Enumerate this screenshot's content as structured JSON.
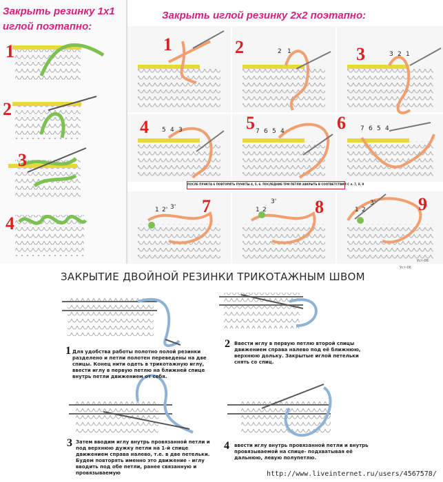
{
  "titles": {
    "rib_1x1": "Закрыть резинку 1х1\nиглой поэтапно:",
    "rib_2x2": "Закрыть иглой резинку 2х2 поэтапно:",
    "bottom": "Закрытие двойной резинки трикотажным швом"
  },
  "rib_1x1_steps": [
    "1",
    "2",
    "3",
    "4"
  ],
  "rib_2x2_steps": [
    "1",
    "2",
    "3",
    "4",
    "5",
    "6",
    "7",
    "8",
    "9"
  ],
  "loop_numbers": {
    "s2": [
      "2",
      "1"
    ],
    "s3": [
      "3",
      "2",
      "1"
    ],
    "s4": [
      "5",
      "4",
      "3"
    ],
    "s5": [
      "7",
      "6",
      "5",
      "4"
    ],
    "s6": [
      "7",
      "6",
      "5",
      "4"
    ],
    "s7": [
      "1",
      "2'",
      "3'"
    ],
    "s8": [
      "1",
      "2",
      "3'"
    ],
    "s9": [
      "1",
      "2",
      "3'"
    ]
  },
  "notice": "ПОСЛЕ ПУНКТА 6 ПОВТОРЯТЬ ПУНКТЫ 4, 5, 6. ПОСЛЕДНИЕ ТРИ ПЕТЛИ ЗАКРЫТЬ В СООТВЕТСТВИИ С п. 7, 8, 9",
  "corner_marks": [
    "Уст-06",
    "Уст-06"
  ],
  "instructions": [
    {
      "num": "1",
      "text": "Для удобства работы полотно полой резинки разделено и петли полотен переведены на две спицы. Конец нити одеть в трикотажную иглу, ввести иглу в первую петлю на ближней спице внутрь петли движением от себя."
    },
    {
      "num": "2",
      "text": "Ввести иглу в первую петлю второй спицы движением справа налево под её ближнюю, верхнюю дольку. Закрытые иглой петельки снять со спиц."
    },
    {
      "num": "3",
      "text": "Затем вводим иглу внутрь провязанной петли и под верхнюю дужку петли на 1-й спице движением справа налево, т.е. в две петельки. Будем повторять именно это движение - иглу вводить под обе петли, ранее связанную и провязываемую"
    },
    {
      "num": "4",
      "text": "ввести иглу внутрь провязанной петли и внутрь провязываемой на спице- подхватывая её дальнюю, левую полупетлю."
    }
  ],
  "footer_url": "http://www.liveinternet.ru/users/4567578/",
  "colors": {
    "pink_title": "#d6217e",
    "red_step": "#d9211f",
    "green_yarn": "#7cc152",
    "orange_yarn": "#f0a070",
    "blue_yarn": "#8fb3d6",
    "knit_gray": "#a7adb3",
    "needle_yellow": "#e8d83a"
  }
}
